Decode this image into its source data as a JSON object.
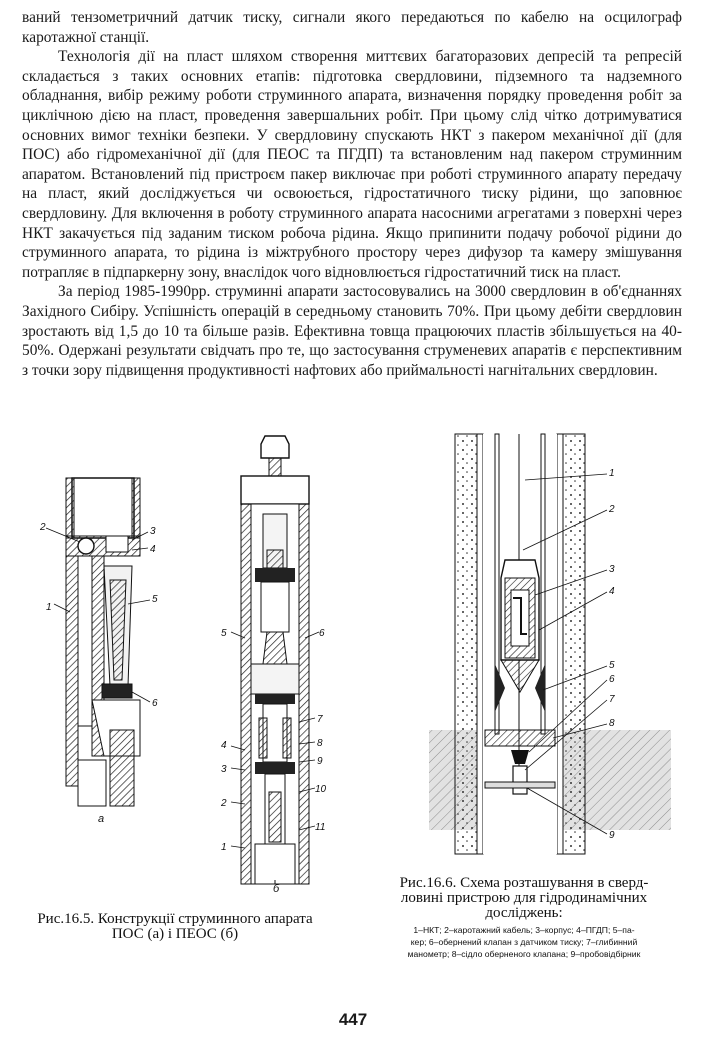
{
  "paragraphs": [
    "ваний тензометричний датчик тиску, сигнали якого передаються по кабелю на осцилограф каротажної станції.",
    "Технологія дії на пласт шляхом створення миттєвих багаторазових депресій та репресій складається з таких основних етапів: підготовка свердловини, підземного та надземного обладнання, вибір режиму роботи струминного апарата, визначення порядку проведення робіт за циклічною дією на пласт, проведення завершальних робіт. При цьому слід чітко дотримуватися основних вимог техніки безпеки. У свердловину спускають НКТ з пакером механічної дії (для ПОС) або гідромеханічної дії (для ПЕОС та ПГДП) та встановленим над пакером струминним апаратом. Встановлений під пристроєм пакер виключає при роботі струминного апарату передачу на пласт, який досліджується чи освоюється, гідростатичного тиску рідини, що заповнює свердловину. Для включення в роботу струминного апарата насосними агрегатами з поверхні через НКТ закачується під заданим тиском робоча рідина. Якщо припинити подачу робочої рідини до струминного апарата, то рідина із міжтрубного простору через дифузор та камеру змішування потрапляє в підпаркерну зону, внаслідок чого відновлюється гідростатичний тиск на пласт.",
    "За період 1985-1990рр. струминні апарати застосовувались на 3000 свердловин в об'єднаннях Західного Сибіру. Успішність операцій в середньому становить 70%. При цьому дебіти свердловин зростають від 1,5 до 10 та більше разів. Ефективна товща працюючих пластів збільшується на 40-50%. Одержані результати свідчать про те, що застосування струменевих апаратів є перспективним з точки зору підвищення продуктивності нафтових або приймальності нагнітальних свердловин."
  ],
  "figure_a": {
    "labels": [
      "1",
      "2",
      "3",
      "4",
      "5",
      "6"
    ],
    "sublabel": "а"
  },
  "figure_b": {
    "labels": [
      "1",
      "2",
      "3",
      "4",
      "5",
      "6",
      "7",
      "8",
      "9",
      "10",
      "11"
    ],
    "sublabel": "б"
  },
  "figure_c": {
    "labels": [
      "1",
      "2",
      "3",
      "4",
      "5",
      "6",
      "7",
      "8",
      "9"
    ]
  },
  "caption_165": {
    "title_line1": "Рис.16.5. Конструкції струминного апарата",
    "title_line2": "ПОС (а) і ПЕОС (б)"
  },
  "caption_166": {
    "title_line1": "Рис.16.6. Схема розташування в сверд-",
    "title_line2": "ловині пристрою для гідродинамічних",
    "title_line3": "досліджень:",
    "legend_line1": "1–НКТ; 2–каротажний кабель; 3–корпус; 4–ПГДП; 5–па-",
    "legend_line2": "кер; 6–обернений клапан з датчиком тиску; 7–глибинний",
    "legend_line3": "манометр; 8–сідло оберненого клапана; 9–пробовідбірник"
  },
  "page_number": "447"
}
